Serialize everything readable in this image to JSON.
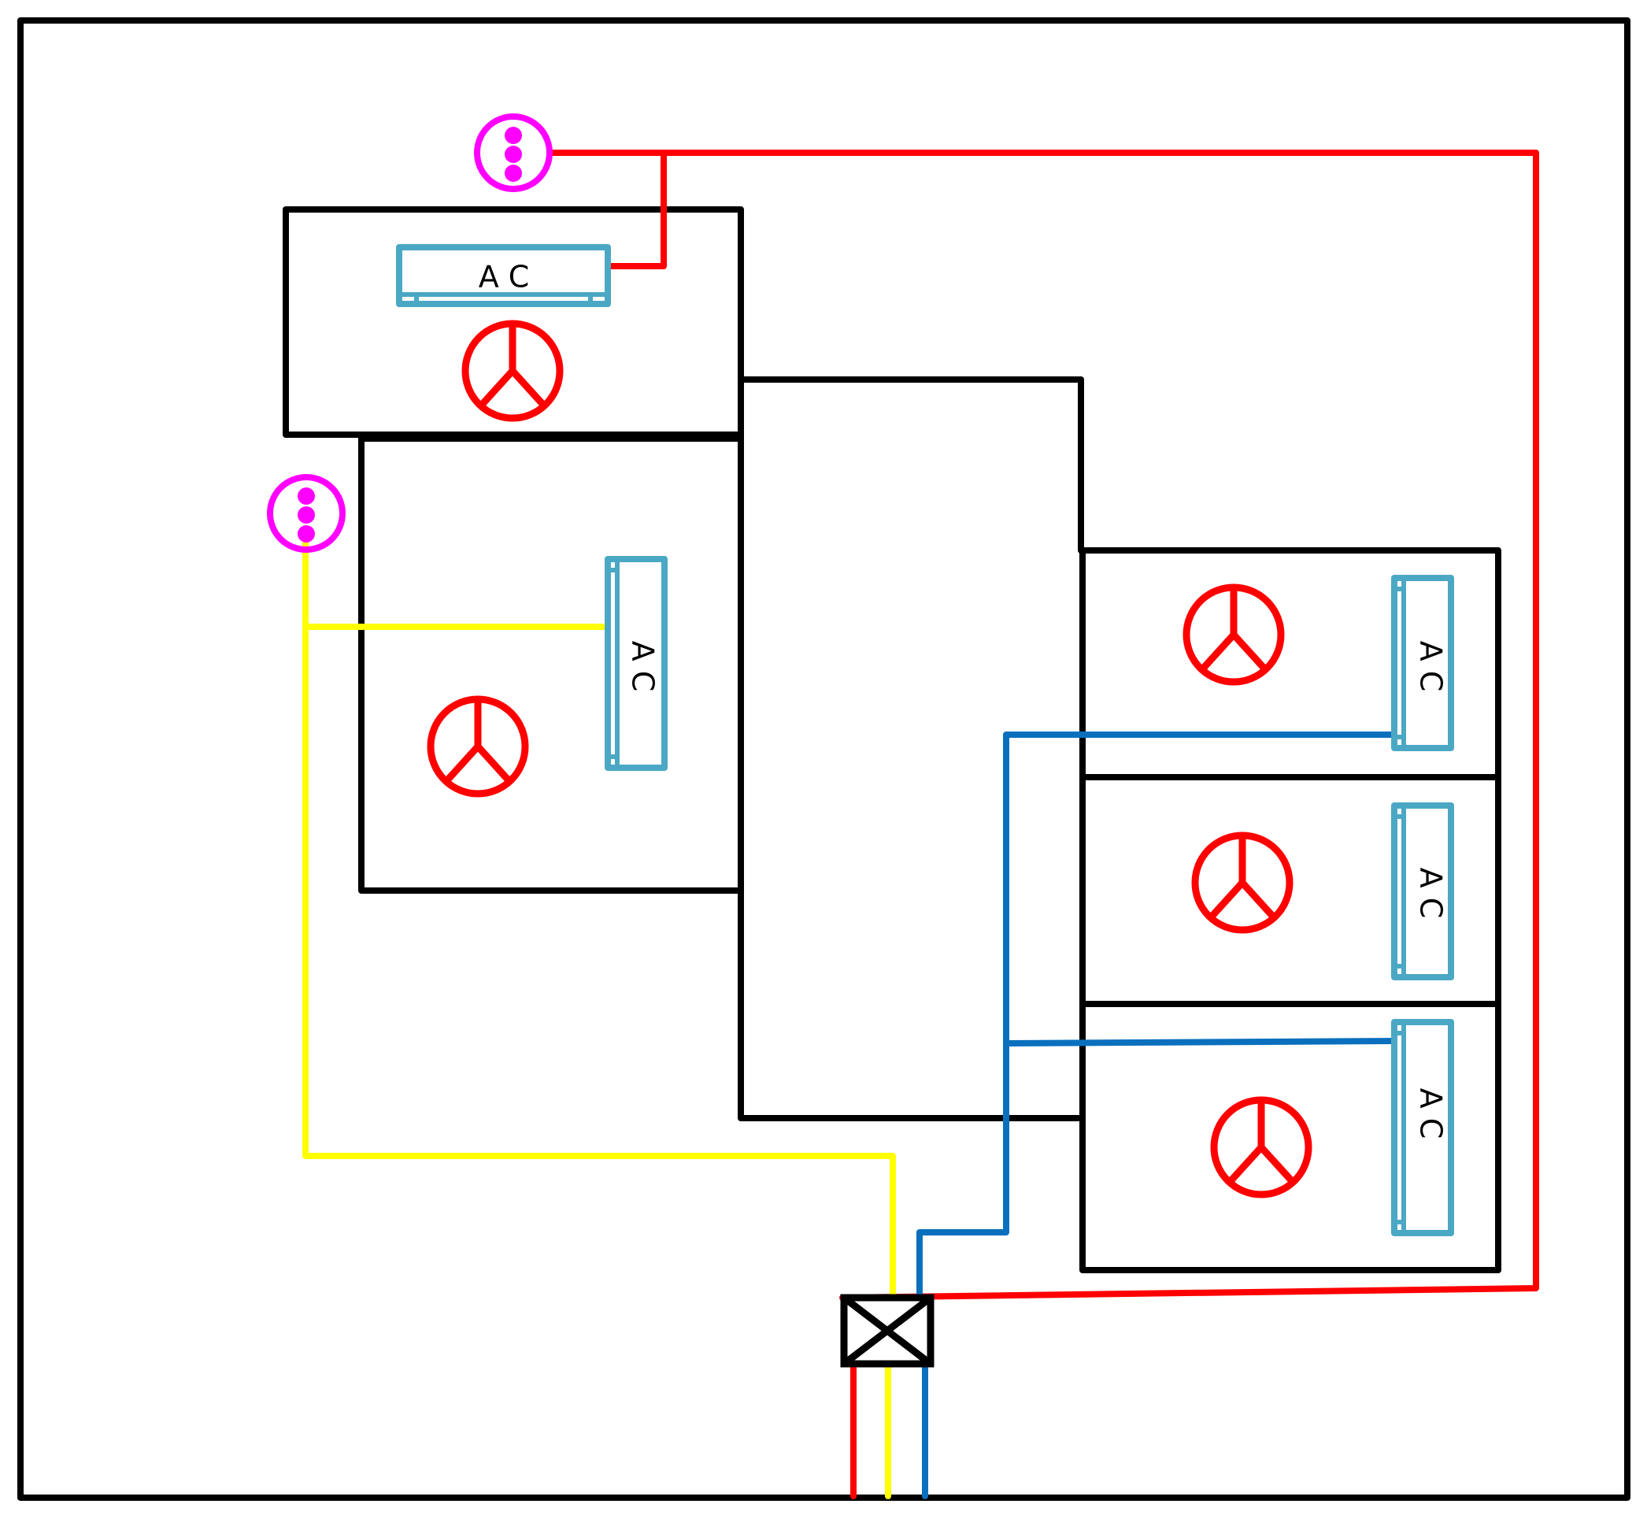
{
  "colors": {
    "wall": "#000000",
    "background": "#ffffff",
    "ac_unit": "#4ba8c4",
    "fan": "#ff0000",
    "outlet": "#ff00ff",
    "wire_red": "#ff0000",
    "wire_yellow": "#ffff00",
    "wire_blue": "#0a70be"
  },
  "icons": {
    "ac": "ac-unit-icon",
    "fan": "ceiling-fan-icon",
    "outlet": "socket-outlet-icon",
    "junction": "junction-box-icon"
  },
  "ac_units": [
    {
      "label": "A C"
    },
    {
      "label": "A C"
    },
    {
      "label": "A C"
    },
    {
      "label": "A C"
    },
    {
      "label": "A C"
    }
  ]
}
